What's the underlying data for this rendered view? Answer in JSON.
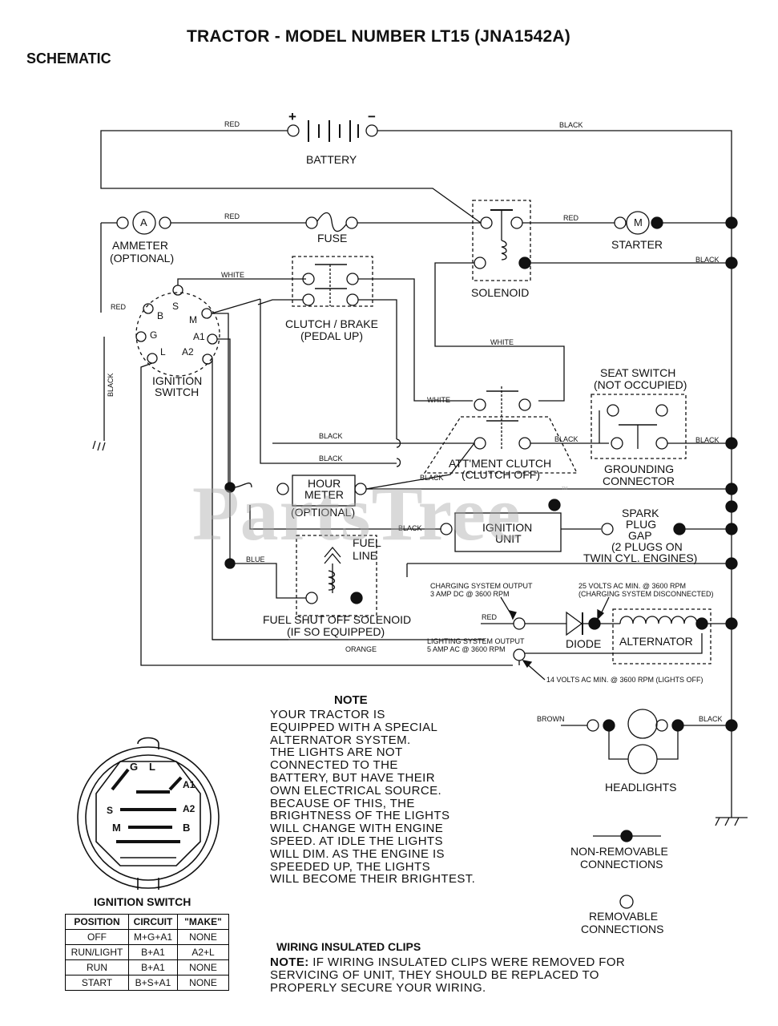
{
  "header": {
    "title": "TRACTOR - MODEL NUMBER LT15 (JNA1542A)",
    "subtitle": "SCHEMATIC"
  },
  "components": {
    "battery": "BATTERY",
    "battery_plus": "+",
    "battery_minus": "−",
    "ammeter_symbol": "A",
    "ammeter_1": "AMMETER",
    "ammeter_2": "(OPTIONAL)",
    "fuse": "FUSE",
    "starter_symbol": "M",
    "starter": "STARTER",
    "solenoid": "SOLENOID",
    "clutch_1": "CLUTCH / BRAKE",
    "clutch_2": "(PEDAL UP)",
    "ignition_switch_1": "IGNITION",
    "ignition_switch_2": "SWITCH",
    "sw_b": "B",
    "sw_s": "S",
    "sw_m": "M",
    "sw_g": "G",
    "sw_a1": "A1",
    "sw_l": "L",
    "sw_a2": "A2",
    "seat_1": "SEAT SWITCH",
    "seat_2": "(NOT OCCUPIED)",
    "grounding_1": "GROUNDING",
    "grounding_2": "CONNECTOR",
    "attm_1": "ATT'MENT CLUTCH",
    "attm_2": "(CLUTCH OFF)",
    "hour_1": "HOUR",
    "hour_2": "METER",
    "hour_3": "(OPTIONAL)",
    "spark_1": "SPARK",
    "spark_2": "PLUG",
    "spark_3": "GAP",
    "spark_4": "(2 PLUGS ON",
    "spark_5": "TWIN CYL. ENGINES)",
    "ign_unit_1": "IGNITION",
    "ign_unit_2": "UNIT",
    "fuel_line_1": "FUEL",
    "fuel_line_2": "LINE",
    "fuel_sol_1": "FUEL SHUT OFF SOLENOID",
    "fuel_sol_2": "(IF SO EQUIPPED)",
    "diode": "DIODE",
    "alternator": "ALTERNATOR",
    "headlights": "HEADLIGHTS",
    "charging_1": "CHARGING SYSTEM OUTPUT",
    "charging_2": "3 AMP DC @ 3600 RPM",
    "volts25_1": "25 VOLTS AC MIN. @ 3600 RPM",
    "volts25_2": "(CHARGING SYSTEM DISCONNECTED)",
    "lighting_1": "LIGHTING SYSTEM OUTPUT",
    "lighting_2": "5 AMP AC @ 3600 RPM",
    "volts14": "14 VOLTS AC MIN. @ 3600 RPM (LIGHTS OFF)"
  },
  "wires": {
    "red_battery": "RED",
    "black_battery": "BLACK",
    "red_ammeter": "RED",
    "red_starter": "RED",
    "black_solenoid": "BLACK",
    "white_clutch": "WHITE",
    "red_left": "RED",
    "black_left": "BLACK",
    "white_attm": "WHITE",
    "white_attm2": "WHITE",
    "black_attm1": "BLACK",
    "black_attm2": "BLACK",
    "black_attm3": "BLACK",
    "black_seat1": "BLACK",
    "black_seat2": "BLACK",
    "black_ignunit": "BLACK",
    "blue": "BLUE",
    "orange": "ORANGE",
    "red_diode": "RED",
    "brown": "BROWN",
    "black_headlights": "BLACK"
  },
  "note": {
    "title": "NOTE",
    "lines": [
      "YOUR TRACTOR IS",
      "EQUIPPED WITH A SPECIAL",
      "ALTERNATOR SYSTEM.",
      "THE LIGHTS ARE NOT",
      "CONNECTED TO THE",
      "BATTERY, BUT HAVE THEIR",
      "OWN ELECTRICAL SOURCE.",
      "BECAUSE OF THIS, THE",
      "BRIGHTNESS OF THE LIGHTS",
      "WILL CHANGE WITH ENGINE",
      "SPEED.  AT IDLE THE LIGHTS",
      "WILL DIM.  AS THE ENGINE IS",
      "SPEEDED UP, THE LIGHTS",
      "WILL BECOME THEIR BRIGHTEST."
    ]
  },
  "legend": {
    "non_removable_1": "NON-REMOVABLE",
    "non_removable_2": "CONNECTIONS",
    "removable_1": "REMOVABLE",
    "removable_2": "CONNECTIONS"
  },
  "clips": {
    "title": "WIRING INSULATED CLIPS",
    "note_label": "NOTE:",
    "line1": " IF WIRING INSULATED CLIPS WERE REMOVED FOR",
    "line2": "SERVICING OF UNIT, THEY SHOULD BE REPLACED TO",
    "line3": "PROPERLY SECURE YOUR WIRING."
  },
  "ignition_table": {
    "caption": "IGNITION SWITCH",
    "headers": [
      "POSITION",
      "CIRCUIT",
      "\"MAKE\""
    ],
    "rows": [
      [
        "OFF",
        "M+G+A1",
        "NONE"
      ],
      [
        "RUN/LIGHT",
        "B+A1",
        "A2+L"
      ],
      [
        "RUN",
        "B+A1",
        "NONE"
      ],
      [
        "START",
        "B+S+A1",
        "NONE"
      ]
    ]
  },
  "switch_face": {
    "g": "G",
    "l": "L",
    "a1": "A1",
    "s": "S",
    "a2": "A2",
    "m": "M",
    "b": "B"
  },
  "watermark": "PartsTree",
  "watermark_tm": "™"
}
